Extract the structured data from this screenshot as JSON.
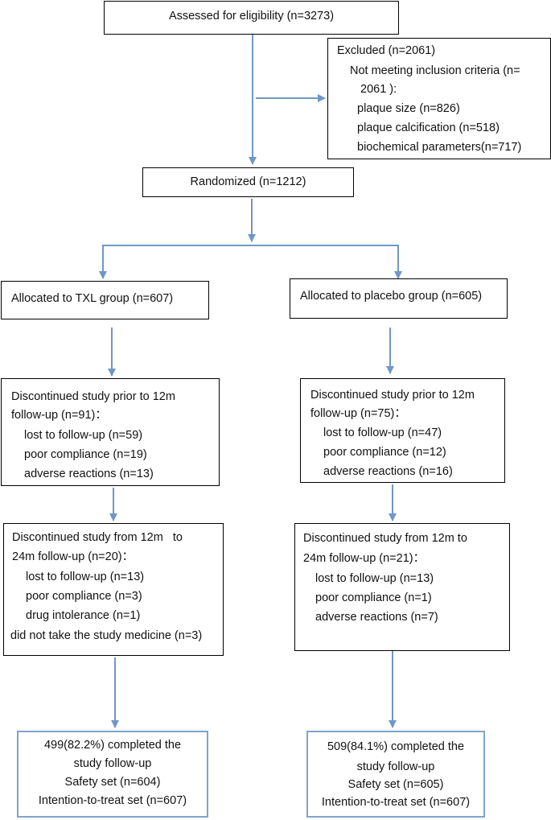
{
  "accent_color": "#6f97c7",
  "assessed": {
    "label": "Assessed for eligibility (n=3273)"
  },
  "excluded": {
    "title": "Excluded (n=2061)",
    "criteria_line1": "Not meeting inclusion criteria (n=",
    "criteria_line2": "2061 ):",
    "items": [
      "plaque size (n=826)",
      "plaque calcification (n=518)",
      "biochemical parameters(n=717)"
    ]
  },
  "randomized": {
    "label": "Randomized (n=1212)"
  },
  "txl": {
    "allocated": "Allocated to TXL group (n=607)",
    "disc12": {
      "line1": "Discontinued study prior to 12m",
      "line2": "follow-up (n=91)：",
      "items": [
        "lost to follow-up (n=59)",
        "poor compliance (n=19)",
        "adverse reactions (n=13)"
      ]
    },
    "disc24": {
      "line1": "Discontinued study from 12m   to",
      "line2": "24m follow-up (n=20)：",
      "items": [
        "lost to follow-up (n=13)",
        "poor compliance (n=3)",
        "drug intolerance (n=1)"
      ],
      "extra": "did not take the study medicine (n=3)"
    },
    "completed": {
      "line1": "499(82.2%) completed the",
      "line2": "study follow-up",
      "line3": "Safety set (n=604)",
      "line4": "Intention-to-treat set (n=607)"
    }
  },
  "placebo": {
    "allocated": "Allocated to placebo group (n=605)",
    "disc12": {
      "line1": "Discontinued study prior to 12m",
      "line2": "follow-up (n=75)：",
      "items": [
        "lost to follow-up (n=47)",
        "poor compliance (n=12)",
        "adverse reactions (n=16)"
      ]
    },
    "disc24": {
      "line1": "Discontinued study from 12m to",
      "line2": "24m follow-up (n=21)：",
      "items": [
        "lost to follow-up (n=13)",
        "poor compliance (n=1)",
        "adverse reactions (n=7)"
      ]
    },
    "completed": {
      "line1": "509(84.1%) completed the",
      "line2": "study follow-up",
      "line3": "Safety set (n=605)",
      "line4": "Intention-to-treat set (n=607)"
    }
  }
}
